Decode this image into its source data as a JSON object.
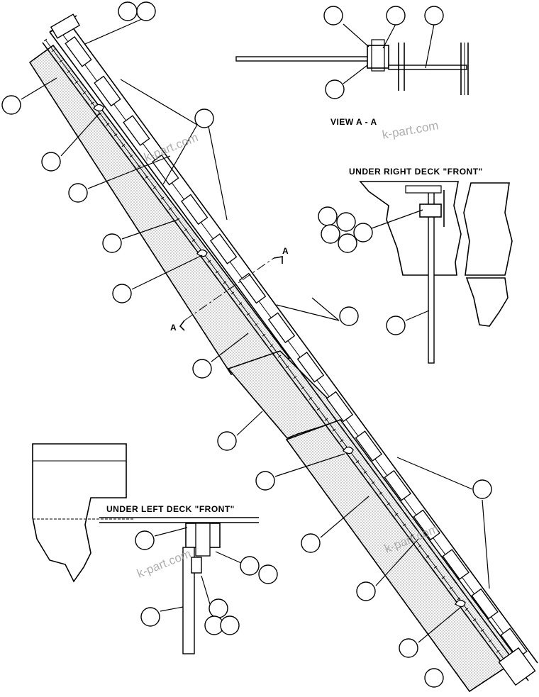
{
  "labels": {
    "view_a": "VIEW A - A",
    "under_right": "UNDER RIGHT DECK \"FRONT\"",
    "under_left": "UNDER LEFT DECK \"FRONT\"",
    "section_mark": "A"
  },
  "watermark": "k-part.com",
  "colors": {
    "line": "#000000",
    "stipple": "#d8d8d8",
    "watermark": "#9a9a9a"
  }
}
